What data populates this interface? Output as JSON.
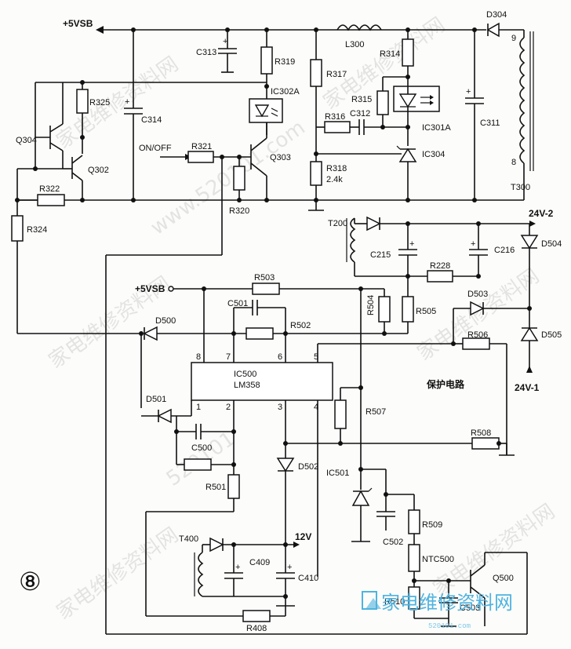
{
  "labels": {
    "v5vsb_top": "+5VSB",
    "c313": "C313",
    "r319": "R319",
    "l300": "L300",
    "d304": "D304",
    "r314": "R314",
    "r317": "R317",
    "r325": "R325",
    "ic302a": "IC302A",
    "r315": "R315",
    "c314": "C314",
    "r316": "R316",
    "c312": "C312",
    "ic301a": "IC301A",
    "c311": "C311",
    "q304": "Q304",
    "onoff": "ON/OFF",
    "r321": "R321",
    "q303": "Q303",
    "ic304": "IC304",
    "q302": "Q302",
    "r318": "R318",
    "r318_val": "2.4k",
    "r322": "R322",
    "r320": "R320",
    "t300": "T300",
    "pin9": "9",
    "pin8": "8",
    "r324": "R324",
    "t200": "T200",
    "v24_2": "24V-2",
    "c215": "C215",
    "c216": "C216",
    "d504": "D504",
    "r228": "R228",
    "v5vsb_mid": "+5VSB",
    "r503": "R503",
    "d503": "D503",
    "c501": "C501",
    "r504": "R504",
    "r505": "R505",
    "d500": "D500",
    "r502": "R502",
    "d505": "D505",
    "r506": "R506",
    "ic500": "IC500",
    "lm358": "LM358",
    "p8": "8",
    "p7": "7",
    "p6": "6",
    "p5": "5",
    "p1": "1",
    "p2": "2",
    "p3": "3",
    "p4": "4",
    "protect": "保护电路",
    "v24_1": "24V-1",
    "d501": "D501",
    "r507": "R507",
    "c500": "C500",
    "r508": "R508",
    "r501": "R501",
    "d502": "D502",
    "ic501": "IC501",
    "r509": "R509",
    "c502": "C502",
    "t400": "T400",
    "v12": "12V",
    "c409": "C409",
    "c410": "C410",
    "ntc500": "NTC500",
    "q500": "Q500",
    "r510": "R510",
    "c503": "C503",
    "r408": "R408",
    "figure_num": "⑧"
  },
  "watermarks": {
    "main": "家电维修资料网",
    "url": "520101",
    "url_full": "www.520101.com",
    "brand": "家电维修资料网",
    "brand_site": "520101.com"
  },
  "colors": {
    "line": "#111111",
    "watermark": "#9a9a9a",
    "brand": "#4fb3e0"
  }
}
